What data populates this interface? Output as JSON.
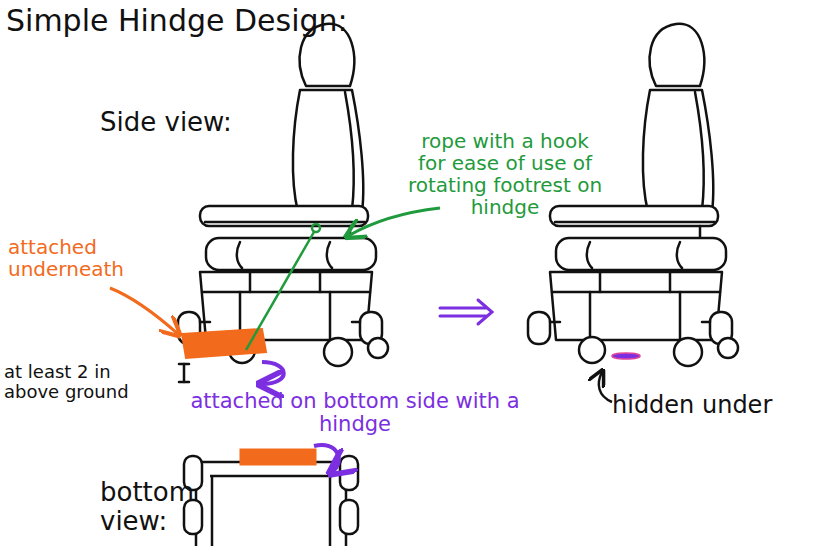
{
  "diagram": {
    "title": "Simple Hindge Design:",
    "labels": [
      "Side view:",
      "attached underneath",
      "at least 2 in above ground",
      "rope with a hook for ease of use of rotating footrest on hindge",
      "attached on bottom side with a hindge",
      "hidden under",
      "bottom view:"
    ]
  }
}
